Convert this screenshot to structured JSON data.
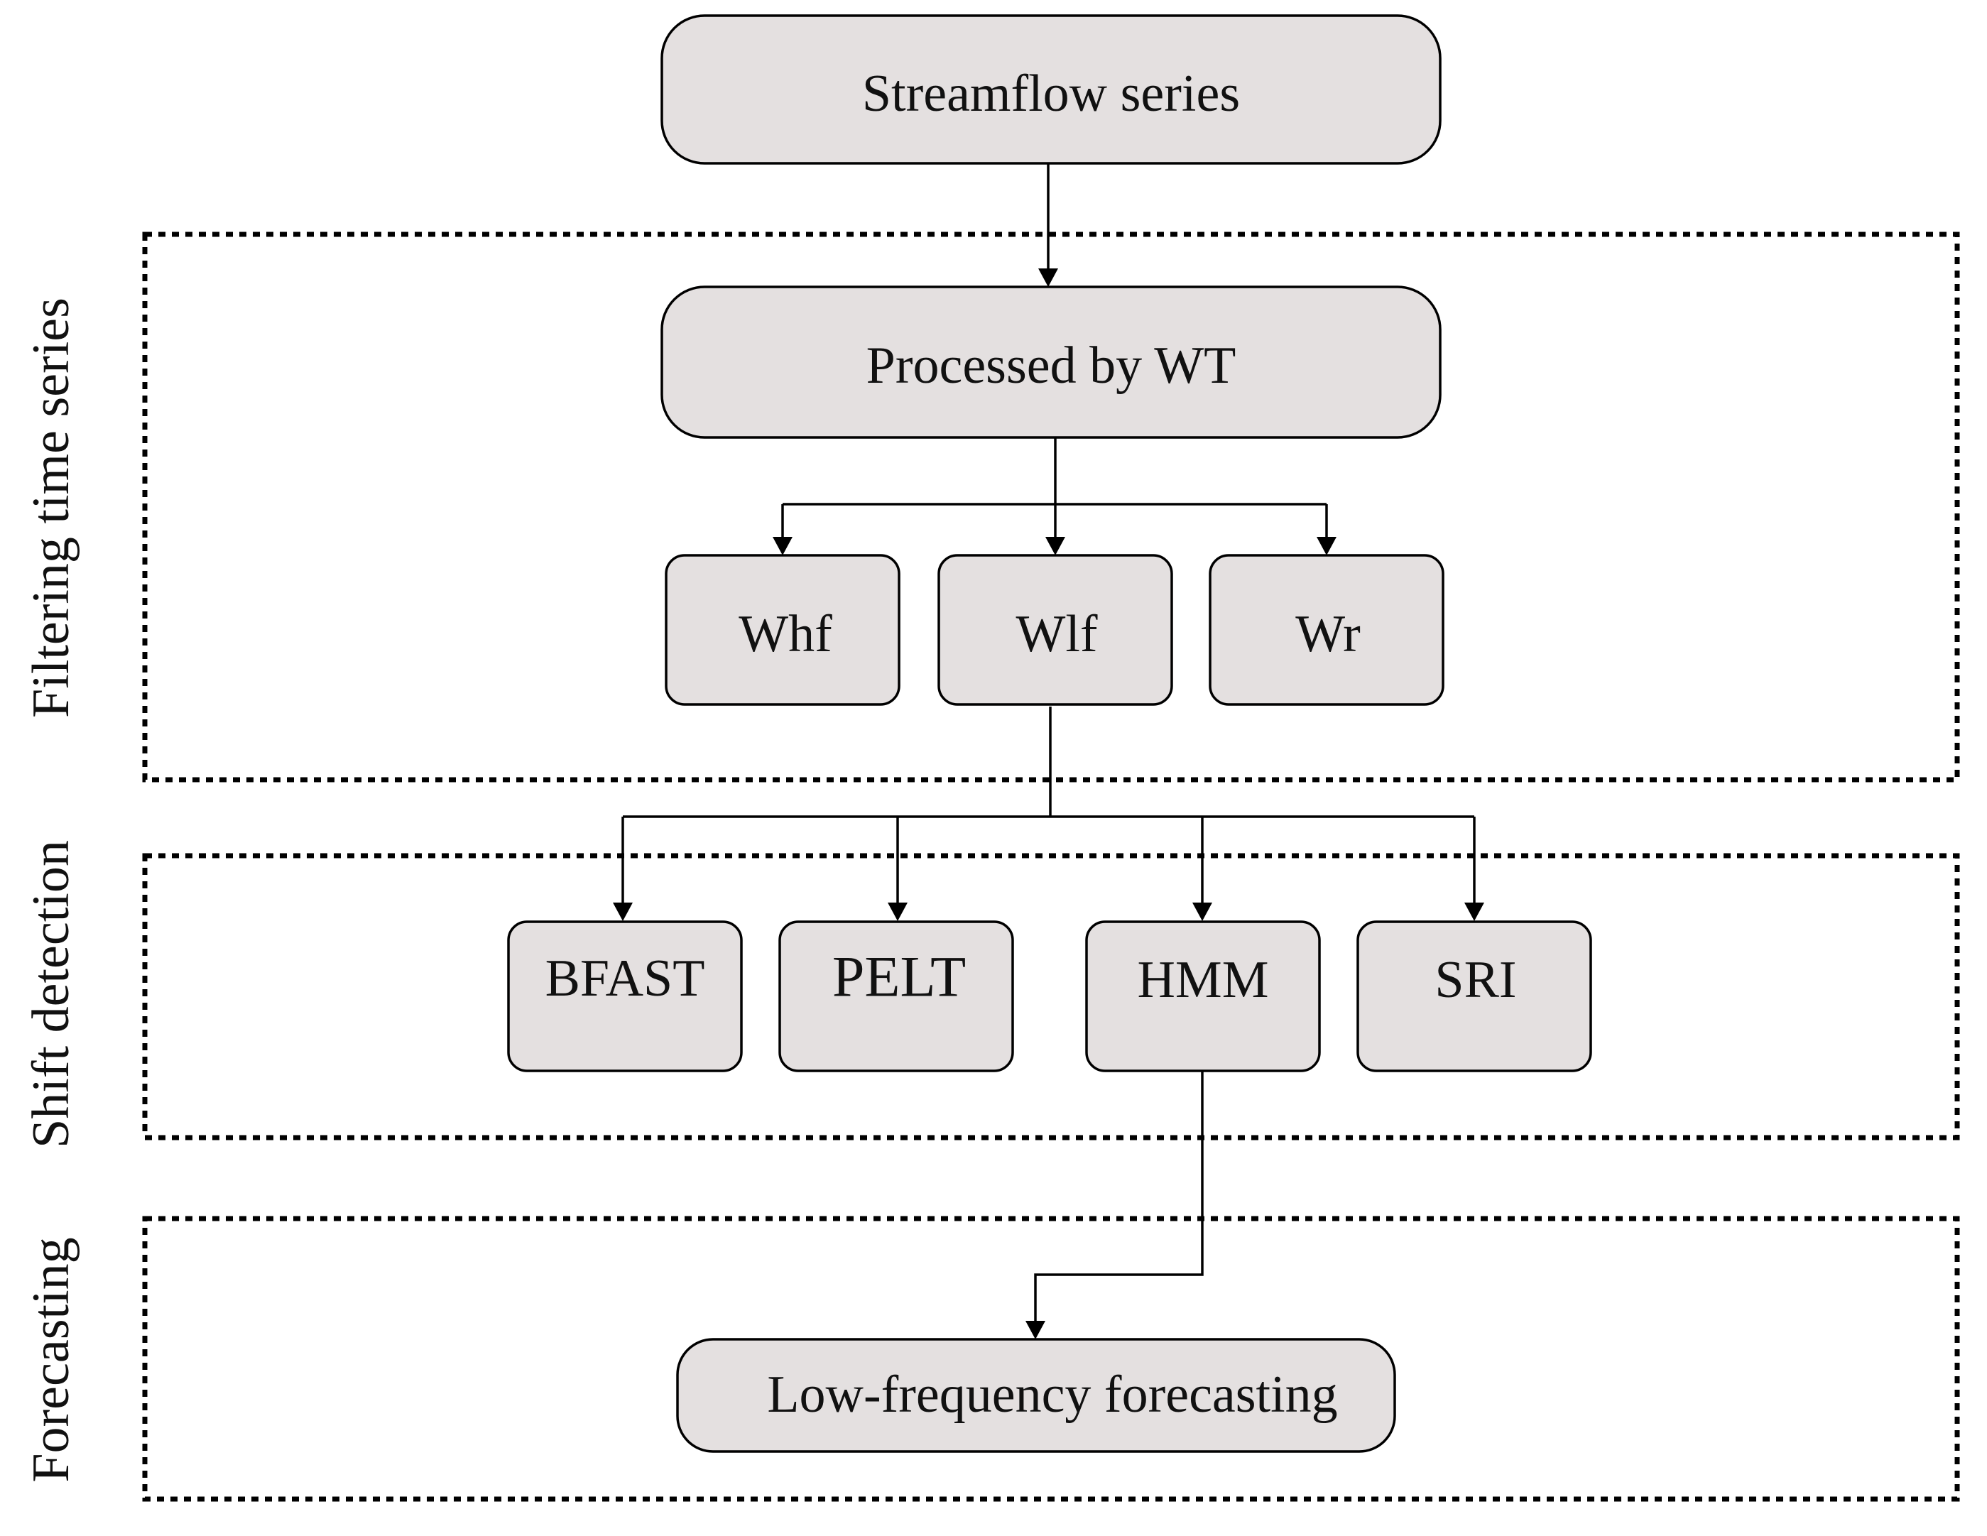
{
  "nodes": {
    "streamflow": "Streamflow series",
    "processed": "Processed by WT",
    "whf": "Whf",
    "wlf": "Wlf",
    "wr": "Wr",
    "bfast": "BFAST",
    "pelt": "PELT",
    "hmm": "HMM",
    "sri": "SRI",
    "forecast": "Low-frequency forecasting"
  },
  "groups": {
    "filtering": "Filtering time series",
    "shift": "Shift detection",
    "forecasting": "Forecasting"
  },
  "colors": {
    "box_fill": "#e4e0e0",
    "stroke": "#000000",
    "text": "#111111"
  }
}
